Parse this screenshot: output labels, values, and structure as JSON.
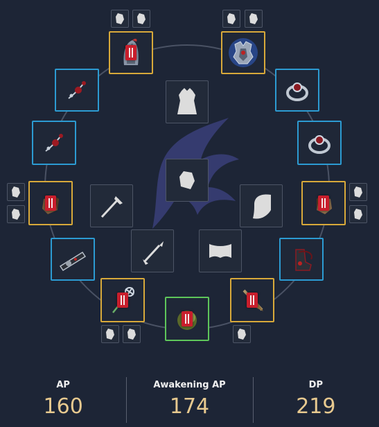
{
  "stats": {
    "ap": {
      "label": "AP",
      "value": "160"
    },
    "awakening_ap": {
      "label": "Awakening AP",
      "value": "174"
    },
    "dp": {
      "label": "DP",
      "value": "219"
    }
  },
  "colors": {
    "background": "#1d2536",
    "rarity_blue": "#2c9bd2",
    "rarity_gold": "#d8a93a",
    "rarity_green": "#5ec65a",
    "enhancement_badge": "#c81e2c",
    "stat_value": "#e7c98f"
  },
  "slots": [
    {
      "icon": "helmet-icon",
      "rarity": "gold",
      "enhanced": true
    },
    {
      "icon": "armor-icon",
      "rarity": "gold",
      "enhanced": false
    },
    {
      "icon": "earring-icon",
      "rarity": "blue",
      "enhanced": false
    },
    {
      "icon": "ring-icon",
      "rarity": "blue",
      "enhanced": false
    },
    {
      "icon": "earring-icon",
      "rarity": "blue",
      "enhanced": false
    },
    {
      "icon": "ring-icon",
      "rarity": "blue",
      "enhanced": false
    },
    {
      "icon": "gloves-icon",
      "rarity": "gold",
      "enhanced": true
    },
    {
      "icon": "gloves-icon",
      "rarity": "gold",
      "enhanced": true
    },
    {
      "icon": "belt-icon",
      "rarity": "blue",
      "enhanced": false
    },
    {
      "icon": "boots-icon",
      "rarity": "blue",
      "enhanced": false
    },
    {
      "icon": "main-weapon-icon",
      "rarity": "gold",
      "enhanced": true
    },
    {
      "icon": "awakening-weapon-icon",
      "rarity": "gold",
      "enhanced": true
    },
    {
      "icon": "sub-weapon-icon",
      "rarity": "green",
      "enhanced": true
    },
    {
      "icon": "costume-silhouette-icon",
      "rarity": "empty"
    },
    {
      "icon": "stone-silhouette-icon",
      "rarity": "empty"
    },
    {
      "icon": "sword-silhouette-icon",
      "rarity": "empty"
    },
    {
      "icon": "shield-silhouette-icon",
      "rarity": "empty"
    },
    {
      "icon": "dagger-silhouette-icon",
      "rarity": "empty"
    },
    {
      "icon": "underwear-silhouette-icon",
      "rarity": "empty"
    }
  ],
  "gem_socket_icon": "crystal-socket-icon"
}
